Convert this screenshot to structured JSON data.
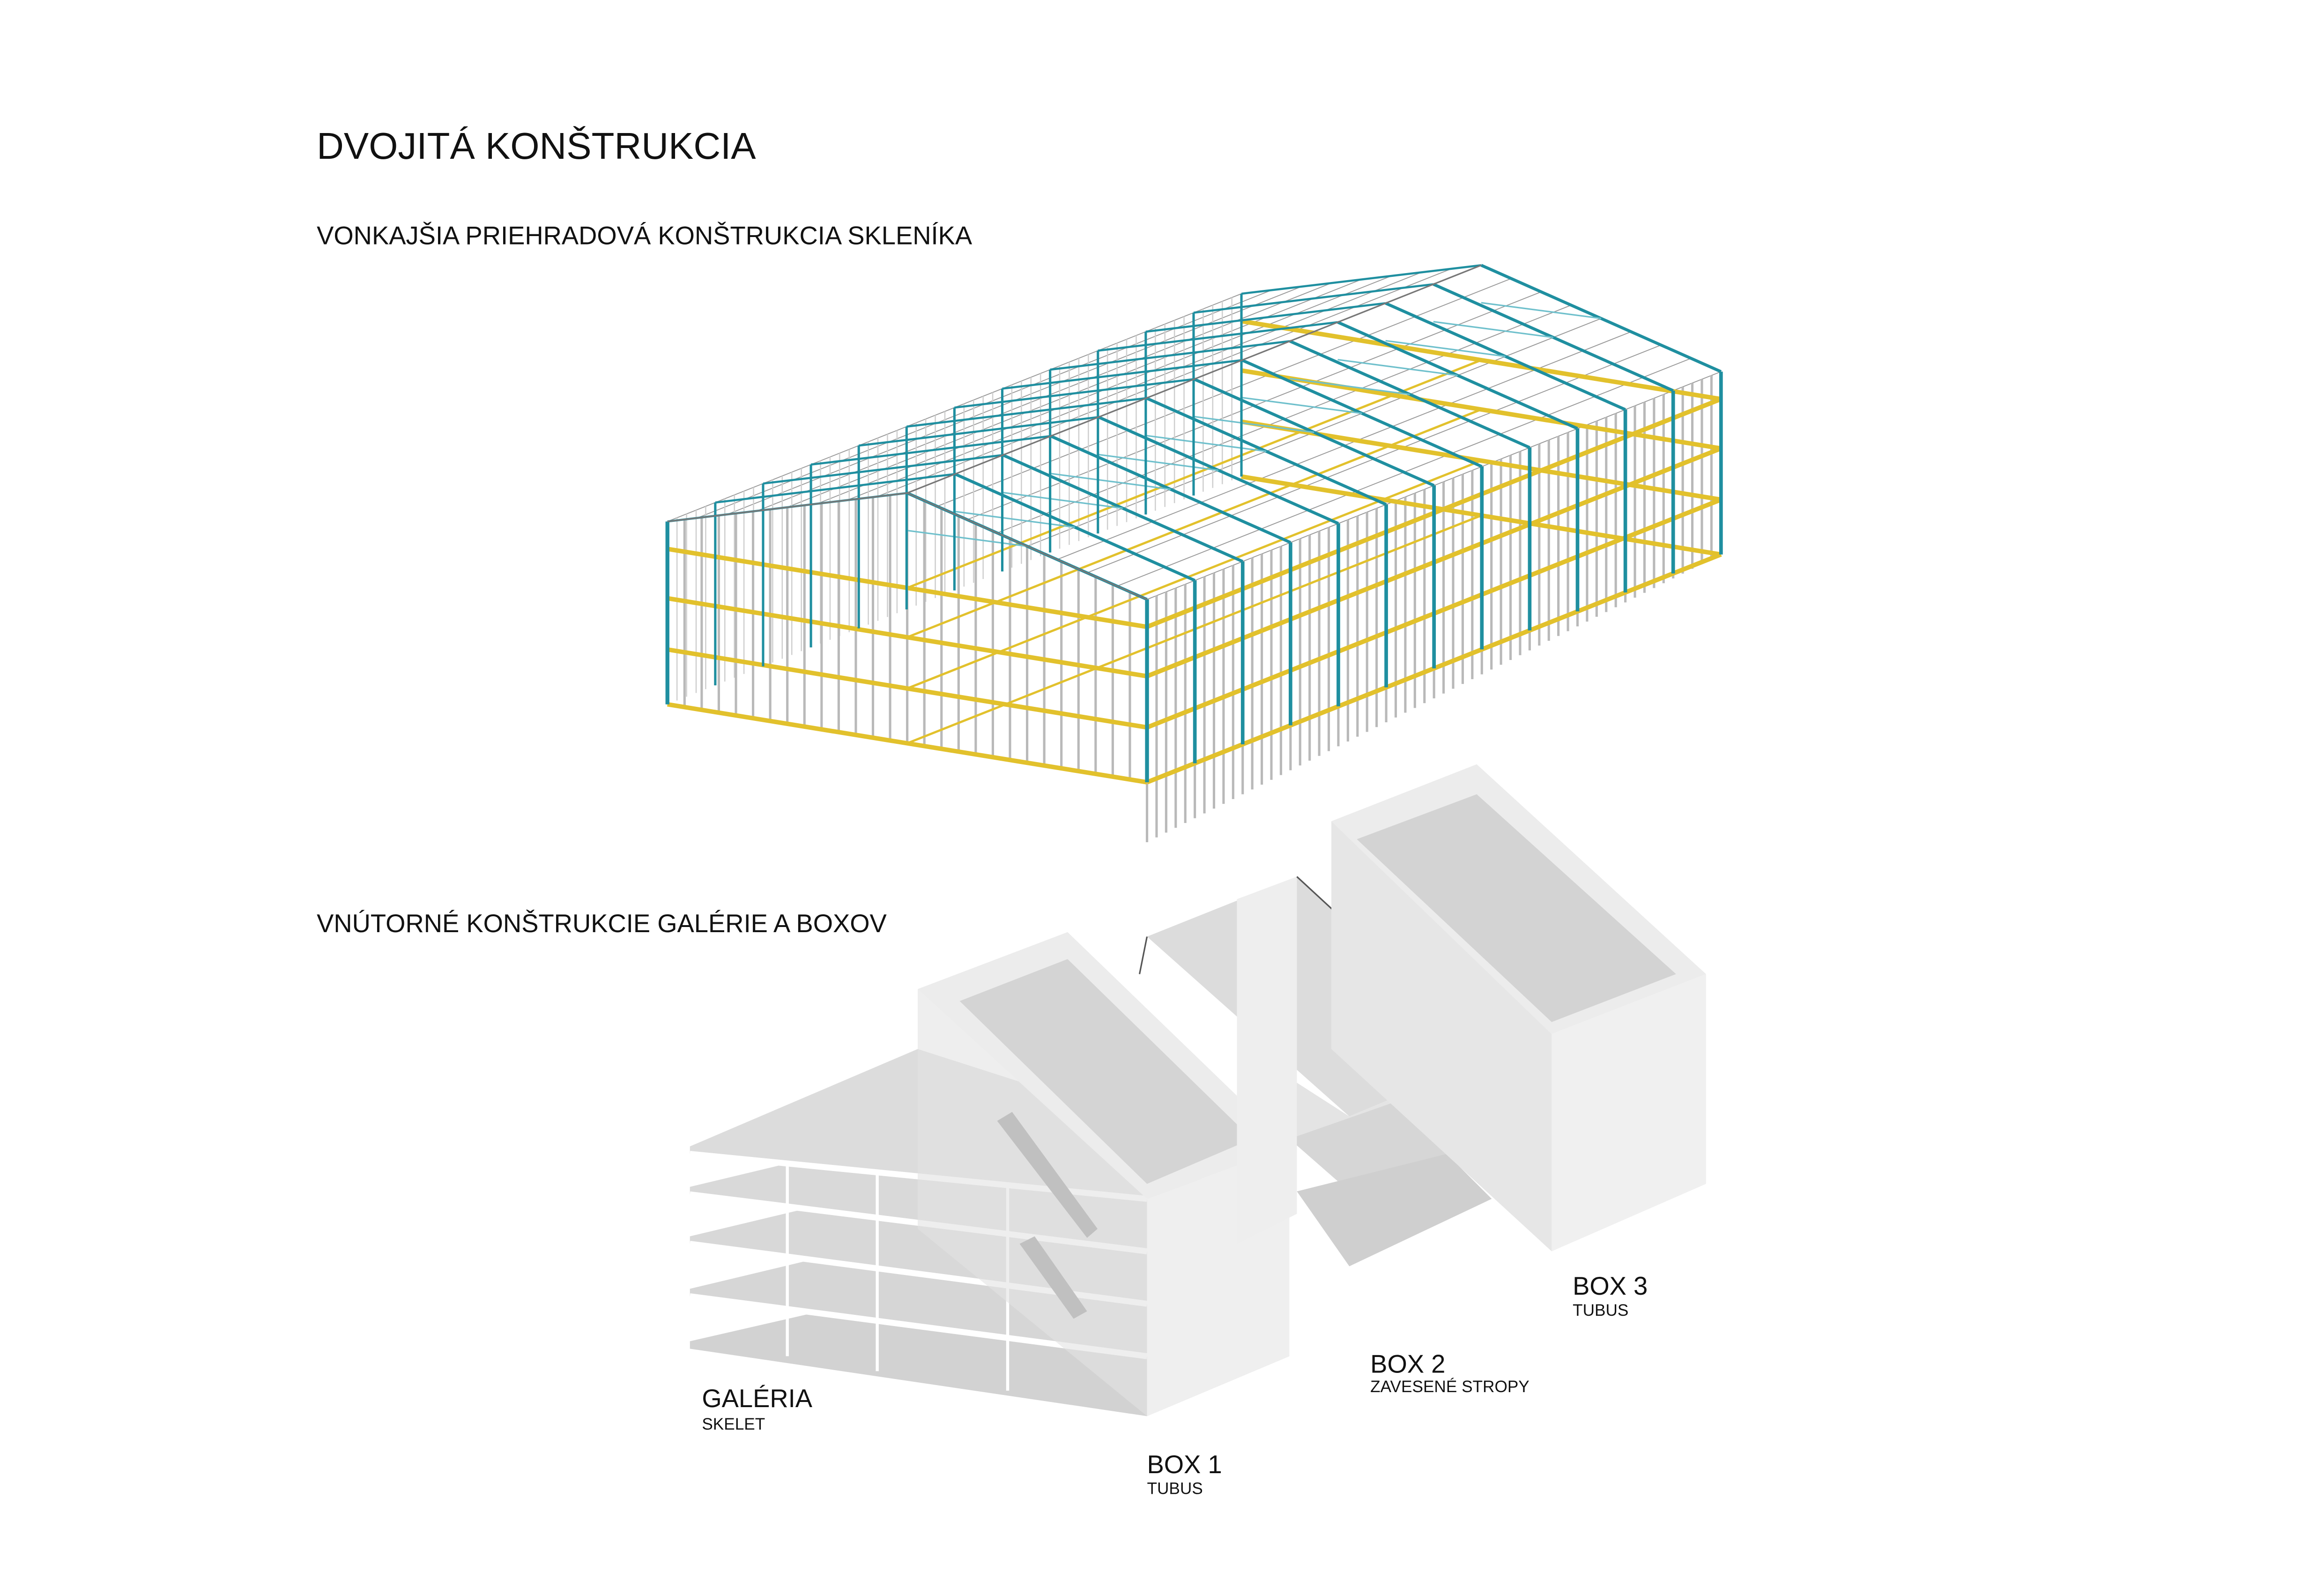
{
  "title": "DVOJITÁ KONŠTRUKCIA",
  "section_outer": "VONKAJŠIA PRIEHRADOVÁ KONŠTRUKCIA SKLENÍKA",
  "section_inner": "VNÚTORNÉ KONŠTRUKCIE GALÉRIE A BOXOV",
  "labels": {
    "galeria": {
      "name": "GALÉRIA",
      "sub": "SKELET"
    },
    "box1": {
      "name": "BOX 1",
      "sub": "TUBUS"
    },
    "box2": {
      "name": "BOX 2",
      "sub": "ZAVESENÉ STROPY"
    },
    "box3": {
      "name": "BOX 3",
      "sub": "TUBUS"
    }
  },
  "colors": {
    "column": "#1f8fa0",
    "band": "#e2c12c",
    "mullion": "#b9b9b9",
    "slab": "#d6d6d6",
    "box_side": "#eeeeee"
  }
}
